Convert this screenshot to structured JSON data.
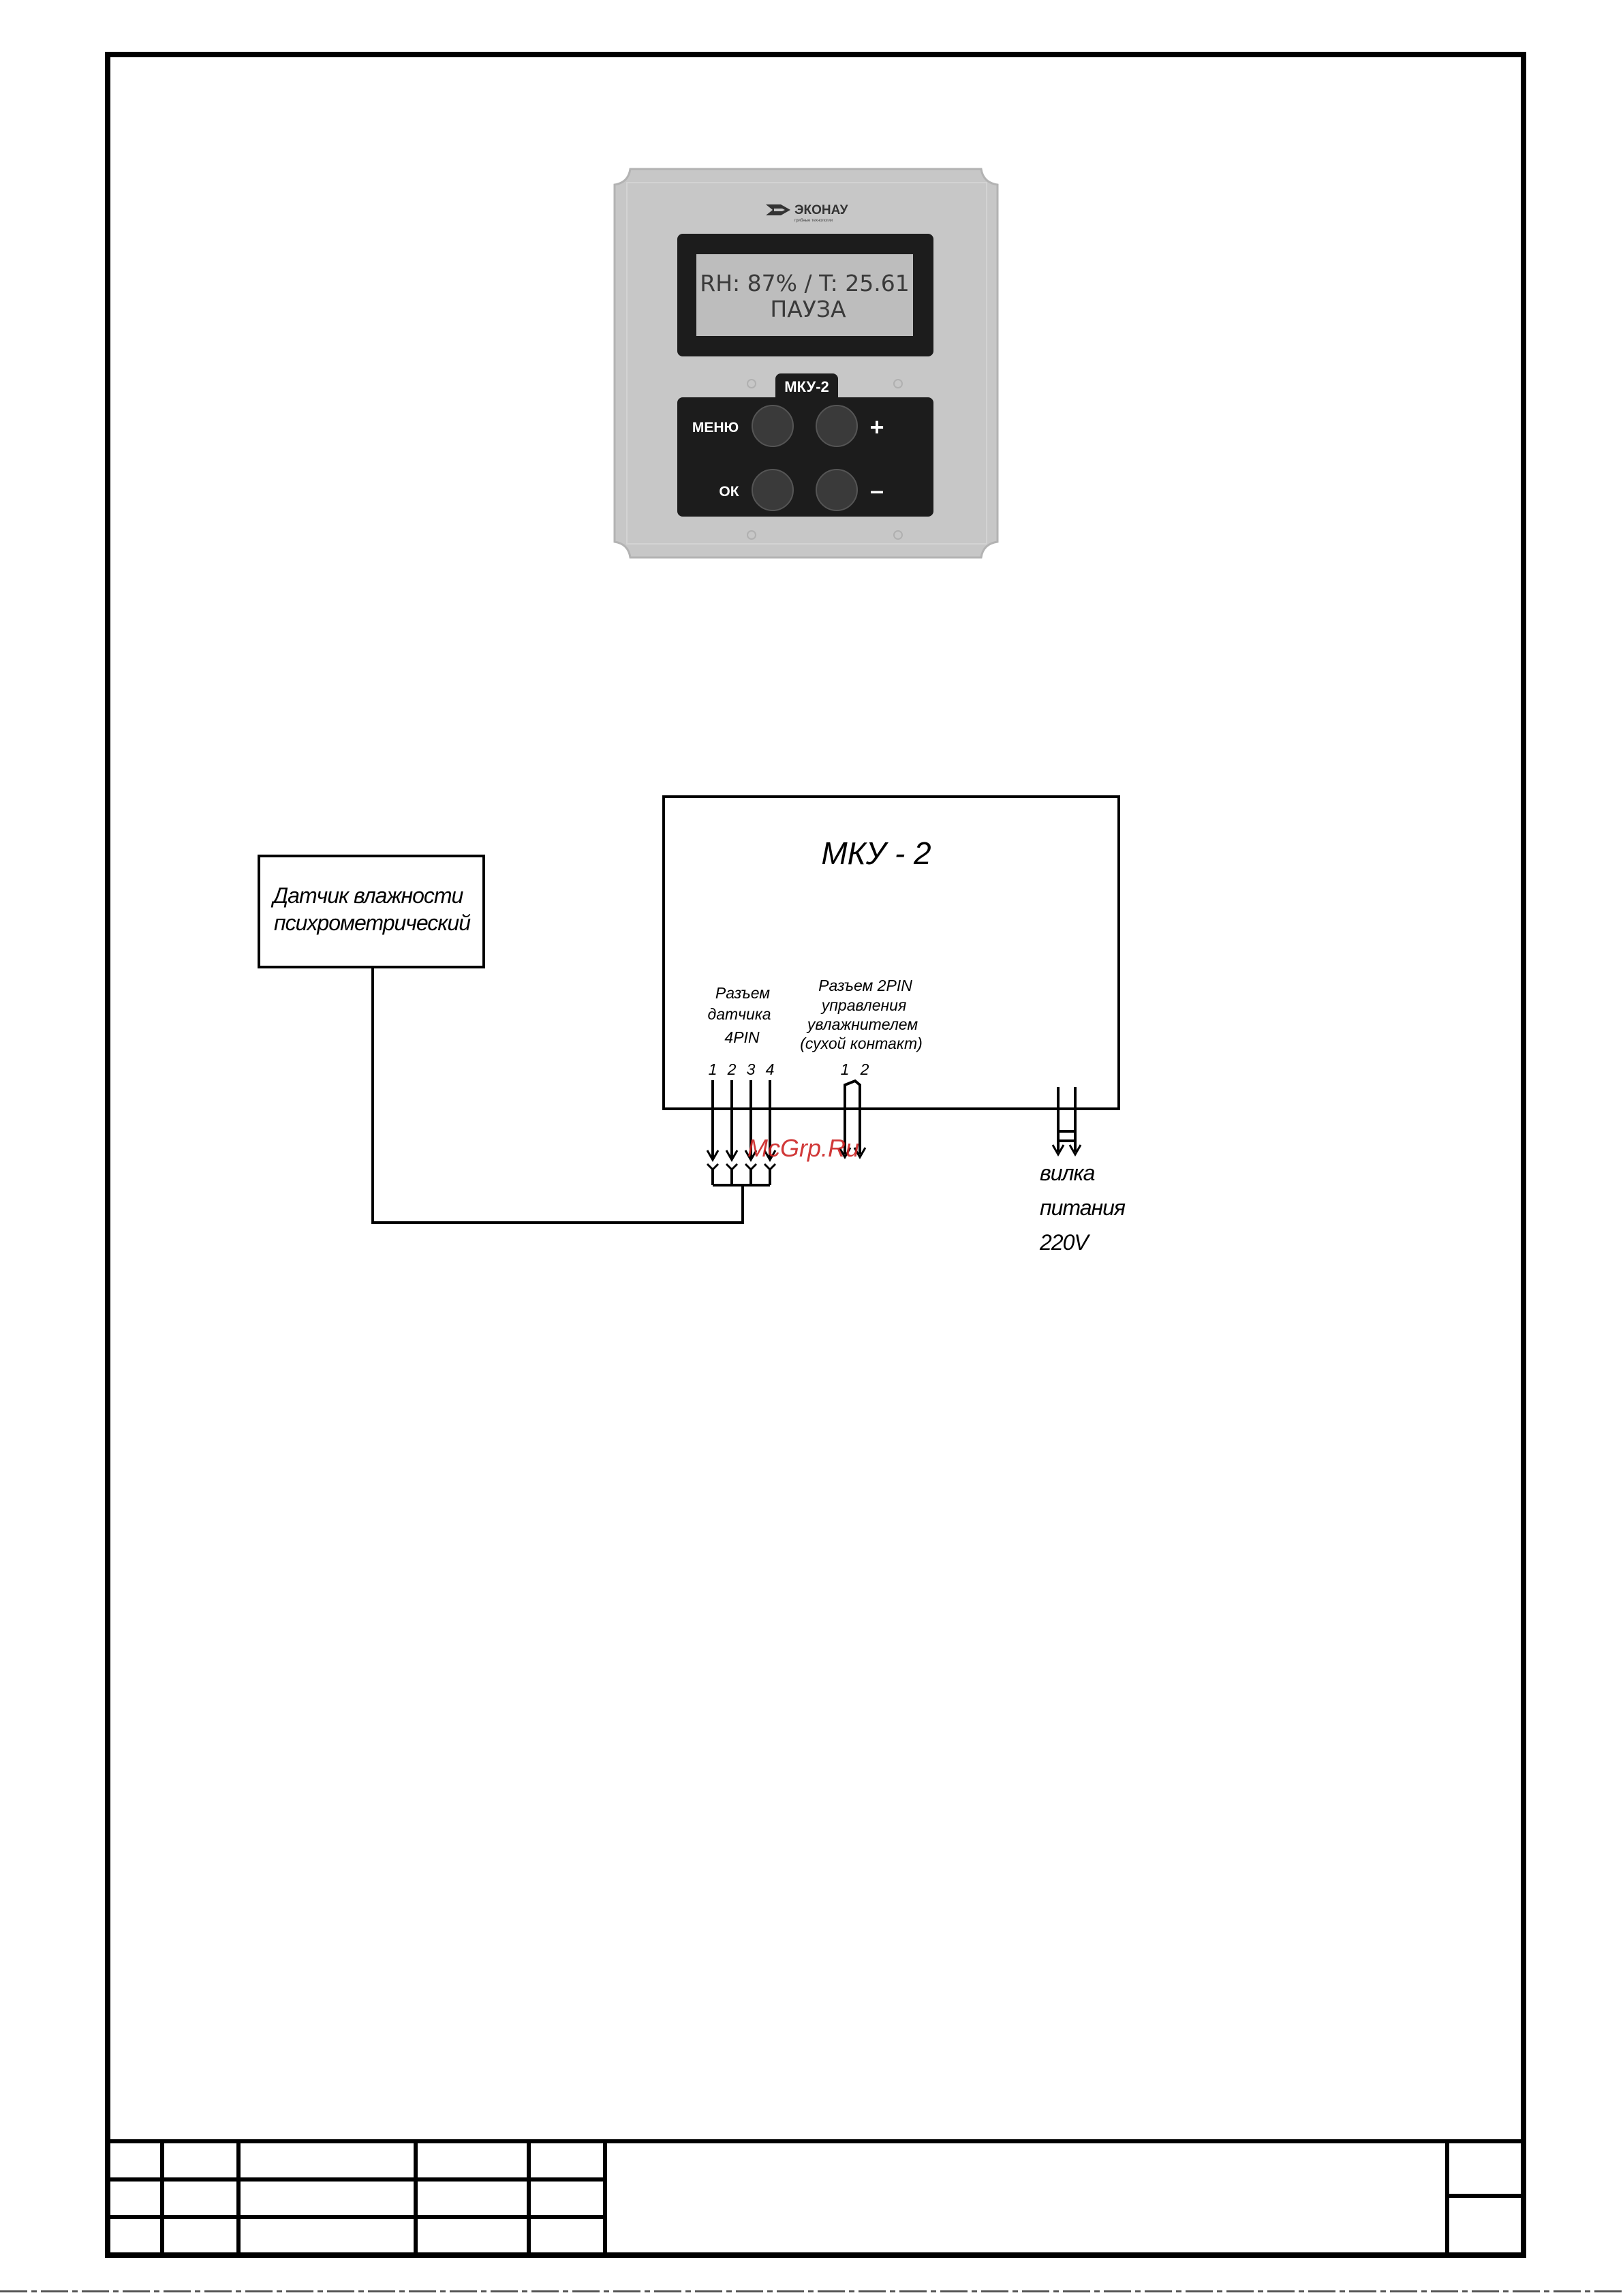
{
  "device_panel": {
    "brand": "ЭКОНАУ",
    "brand_tagline": "грибные технологии",
    "display_line1": "RH: 87% / T: 25.61",
    "display_line2": "ПАУЗА",
    "model_tab": "МКУ-2",
    "buttons": {
      "menu_label": "МЕНЮ",
      "ok_label": "ОК",
      "plus_label": "+",
      "minus_label": "–"
    },
    "colors": {
      "panel": "#c7c7c7",
      "display_bg": "#1c1c1c",
      "lcd": "#bdbdbd",
      "button": "#3a3a3a"
    }
  },
  "wiring_diagram": {
    "controller_title": "МКУ - 2",
    "sensor_label_line1": "Датчик влажности",
    "sensor_label_line2": "психрометрический",
    "sensor_connector_label": [
      "Разъем",
      "датчика",
      "4PIN"
    ],
    "sensor_pins": [
      "1",
      "2",
      "3",
      "4"
    ],
    "humidifier_connector_label": [
      "Разъем 2PIN",
      "управления",
      "увлажнителем",
      "(сухой контакт)"
    ],
    "humidifier_pins": [
      "1",
      "2"
    ],
    "power_plug_label": [
      "вилка",
      "питания",
      "220V"
    ]
  },
  "watermark": "McGrp.Ru",
  "colors": {
    "watermark": "#cc2222",
    "lines": "#000000"
  }
}
